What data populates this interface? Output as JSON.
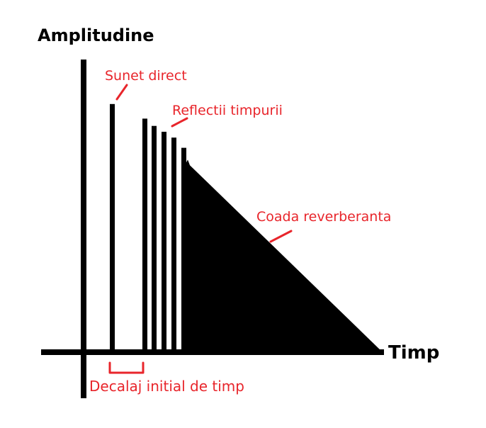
{
  "labels": {
    "y_axis": "Amplitudine",
    "x_axis": "Timp",
    "direct_sound": "Sunet direct",
    "early_reflections": "Reflectii timpurii",
    "reverb_tail": "Coada reverberanta",
    "initial_delay": "Decalaj initial de timp"
  },
  "colors": {
    "annotation": "#e8252b",
    "ink": "#000000",
    "background": "#ffffff"
  },
  "impulses": {
    "direct": 0.85,
    "reflections": [
      0.8,
      0.775,
      0.755,
      0.735,
      0.7
    ]
  },
  "reverb_tail_start_level": 0.65
}
